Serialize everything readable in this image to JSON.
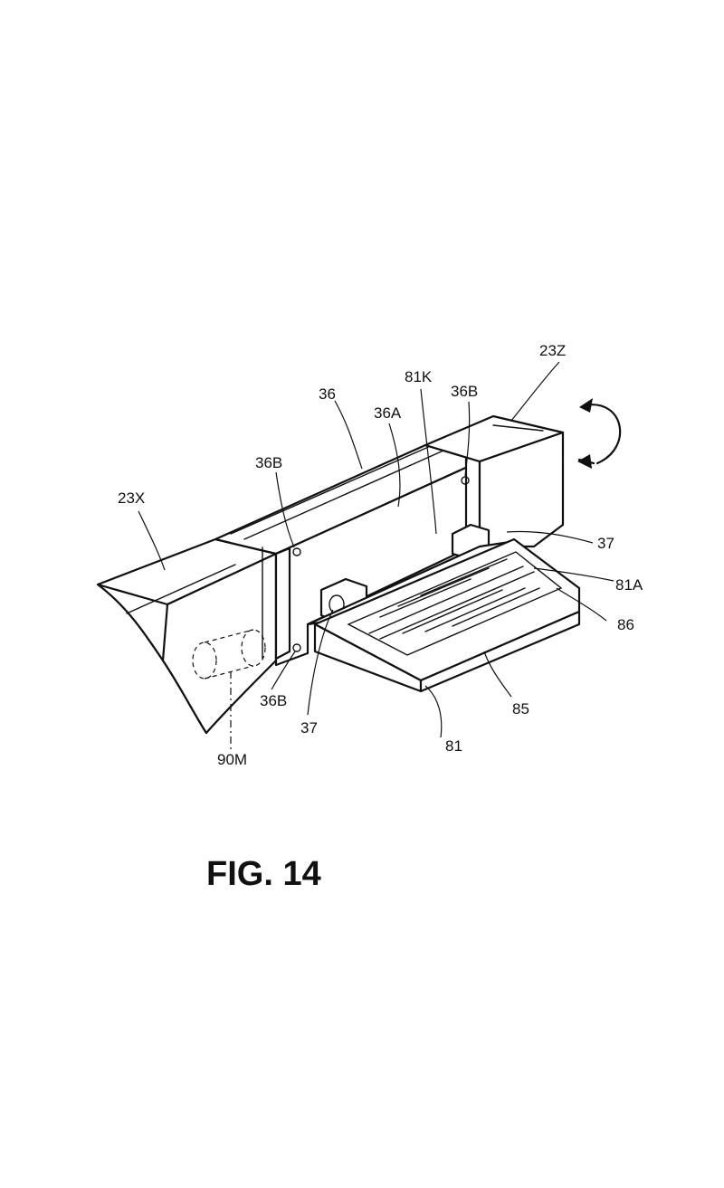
{
  "figure": {
    "caption": "FIG. 14",
    "labels": {
      "23X": "23X",
      "23Z": "23Z",
      "36": "36",
      "36A": "36A",
      "36B_left": "36B",
      "36B_top": "36B",
      "36B_bottom": "36B",
      "81K": "81K",
      "37_right": "37",
      "37_bottom": "37",
      "81A": "81A",
      "86": "86",
      "85": "85",
      "81": "81",
      "90M": "90M"
    }
  }
}
